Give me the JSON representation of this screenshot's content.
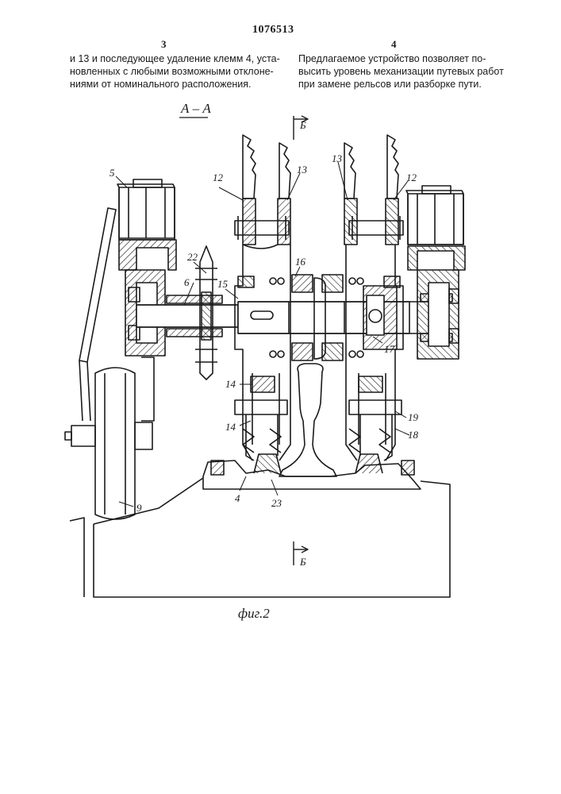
{
  "header": {
    "patent_number": "1076513",
    "col_left_number": "3",
    "col_right_number": "4"
  },
  "text": {
    "left_lines": [
      "и 13 и последующее удаление клемм 4, уста-",
      "новленных с любыми возможными отклоне-",
      "ниями от номинального расположения."
    ],
    "right_lines": [
      "Предлагаемое устройство позволяет по-",
      "высить уровень механизации путевых работ",
      "при замене рельсов или разборке пути."
    ]
  },
  "figure": {
    "section_label": "А – А",
    "section_mark_top": "Б",
    "section_mark_bottom": "Б",
    "caption": "фиг.2",
    "part_labels": {
      "p5": "5",
      "p12l": "12",
      "p13l": "13",
      "p13r": "13",
      "p12r": "12",
      "p22": "22",
      "p6": "6",
      "p15": "15",
      "p16": "16",
      "p17": "17",
      "p14a": "14",
      "p14b": "14",
      "p19": "19",
      "p18": "18",
      "p9": "9",
      "p4": "4",
      "p23": "23"
    }
  }
}
